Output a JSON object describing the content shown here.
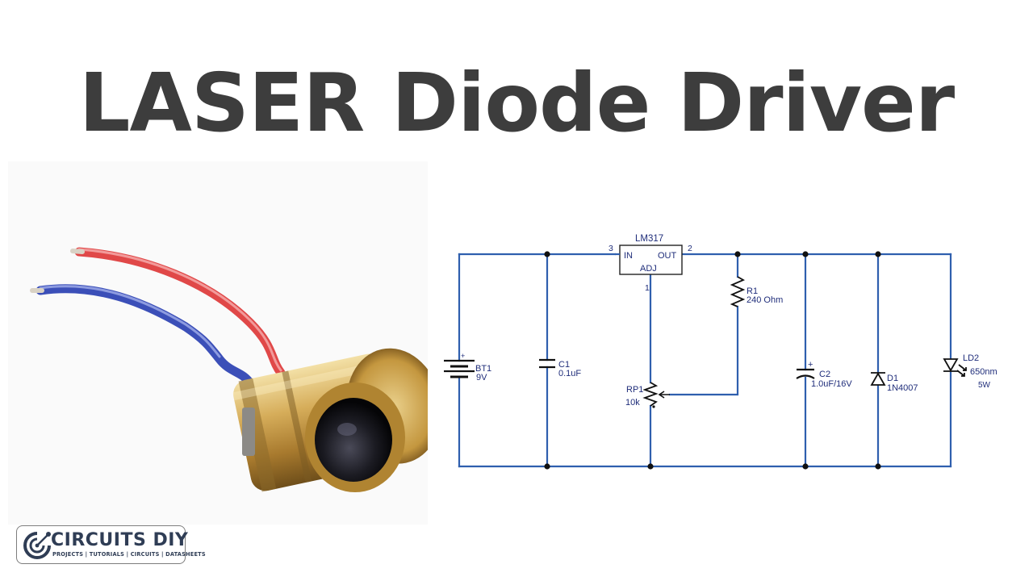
{
  "title": "LASER Diode Driver",
  "logo": {
    "name": "CIRCUITS DIY",
    "tagline": "PROJECTS | TUTORIALS | CIRCUITS | DATASHEETS"
  },
  "schematic": {
    "regulator": {
      "name": "LM317",
      "pin_in_label": "IN",
      "pin_out_label": "OUT",
      "pin_adj_label": "ADJ",
      "pin_in": "3",
      "pin_out": "2",
      "pin_adj": "1"
    },
    "battery": {
      "ref": "BT1",
      "value": "9V",
      "polarity": "+"
    },
    "c1": {
      "ref": "C1",
      "value": "0.1uF"
    },
    "r1": {
      "ref": "R1",
      "value": "240 Ohm"
    },
    "rp1": {
      "ref": "RP1",
      "value": "10k"
    },
    "c2": {
      "ref": "C2",
      "value": "1.0uF/16V",
      "polarity": "+"
    },
    "d1": {
      "ref": "D1",
      "value": "1N4007"
    },
    "ld2": {
      "ref": "LD2",
      "value": "650nm",
      "power": "5W"
    }
  },
  "colors": {
    "wire": "#2f5fae",
    "node": "#111111",
    "label": "#1f2d7a",
    "title": "#3d3d3d"
  }
}
